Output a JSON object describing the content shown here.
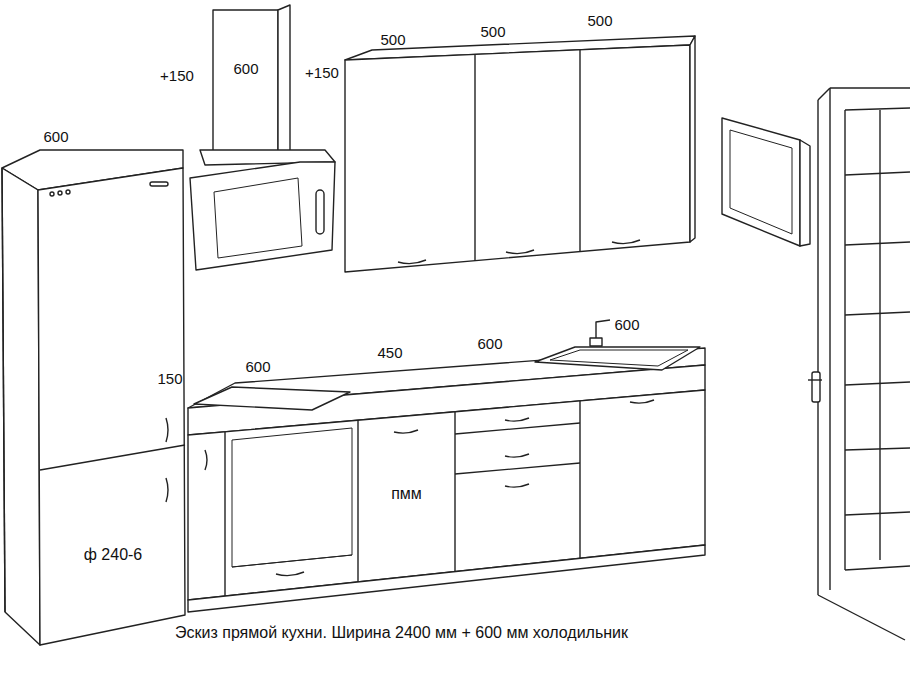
{
  "diagram": {
    "caption": "Эскиз прямой кухни. Ширина 2400 мм + 600 мм холодильник",
    "nodes": [
      {
        "text": [
          "ф 240-6"
        ]
      },
      {
        "text": [
          "пмм"
        ]
      }
    ],
    "labels": [
      "600",
      "+150",
      "600",
      "+150",
      "500",
      "500",
      "500",
      "150",
      "600",
      "450",
      "600",
      "600"
    ]
  }
}
